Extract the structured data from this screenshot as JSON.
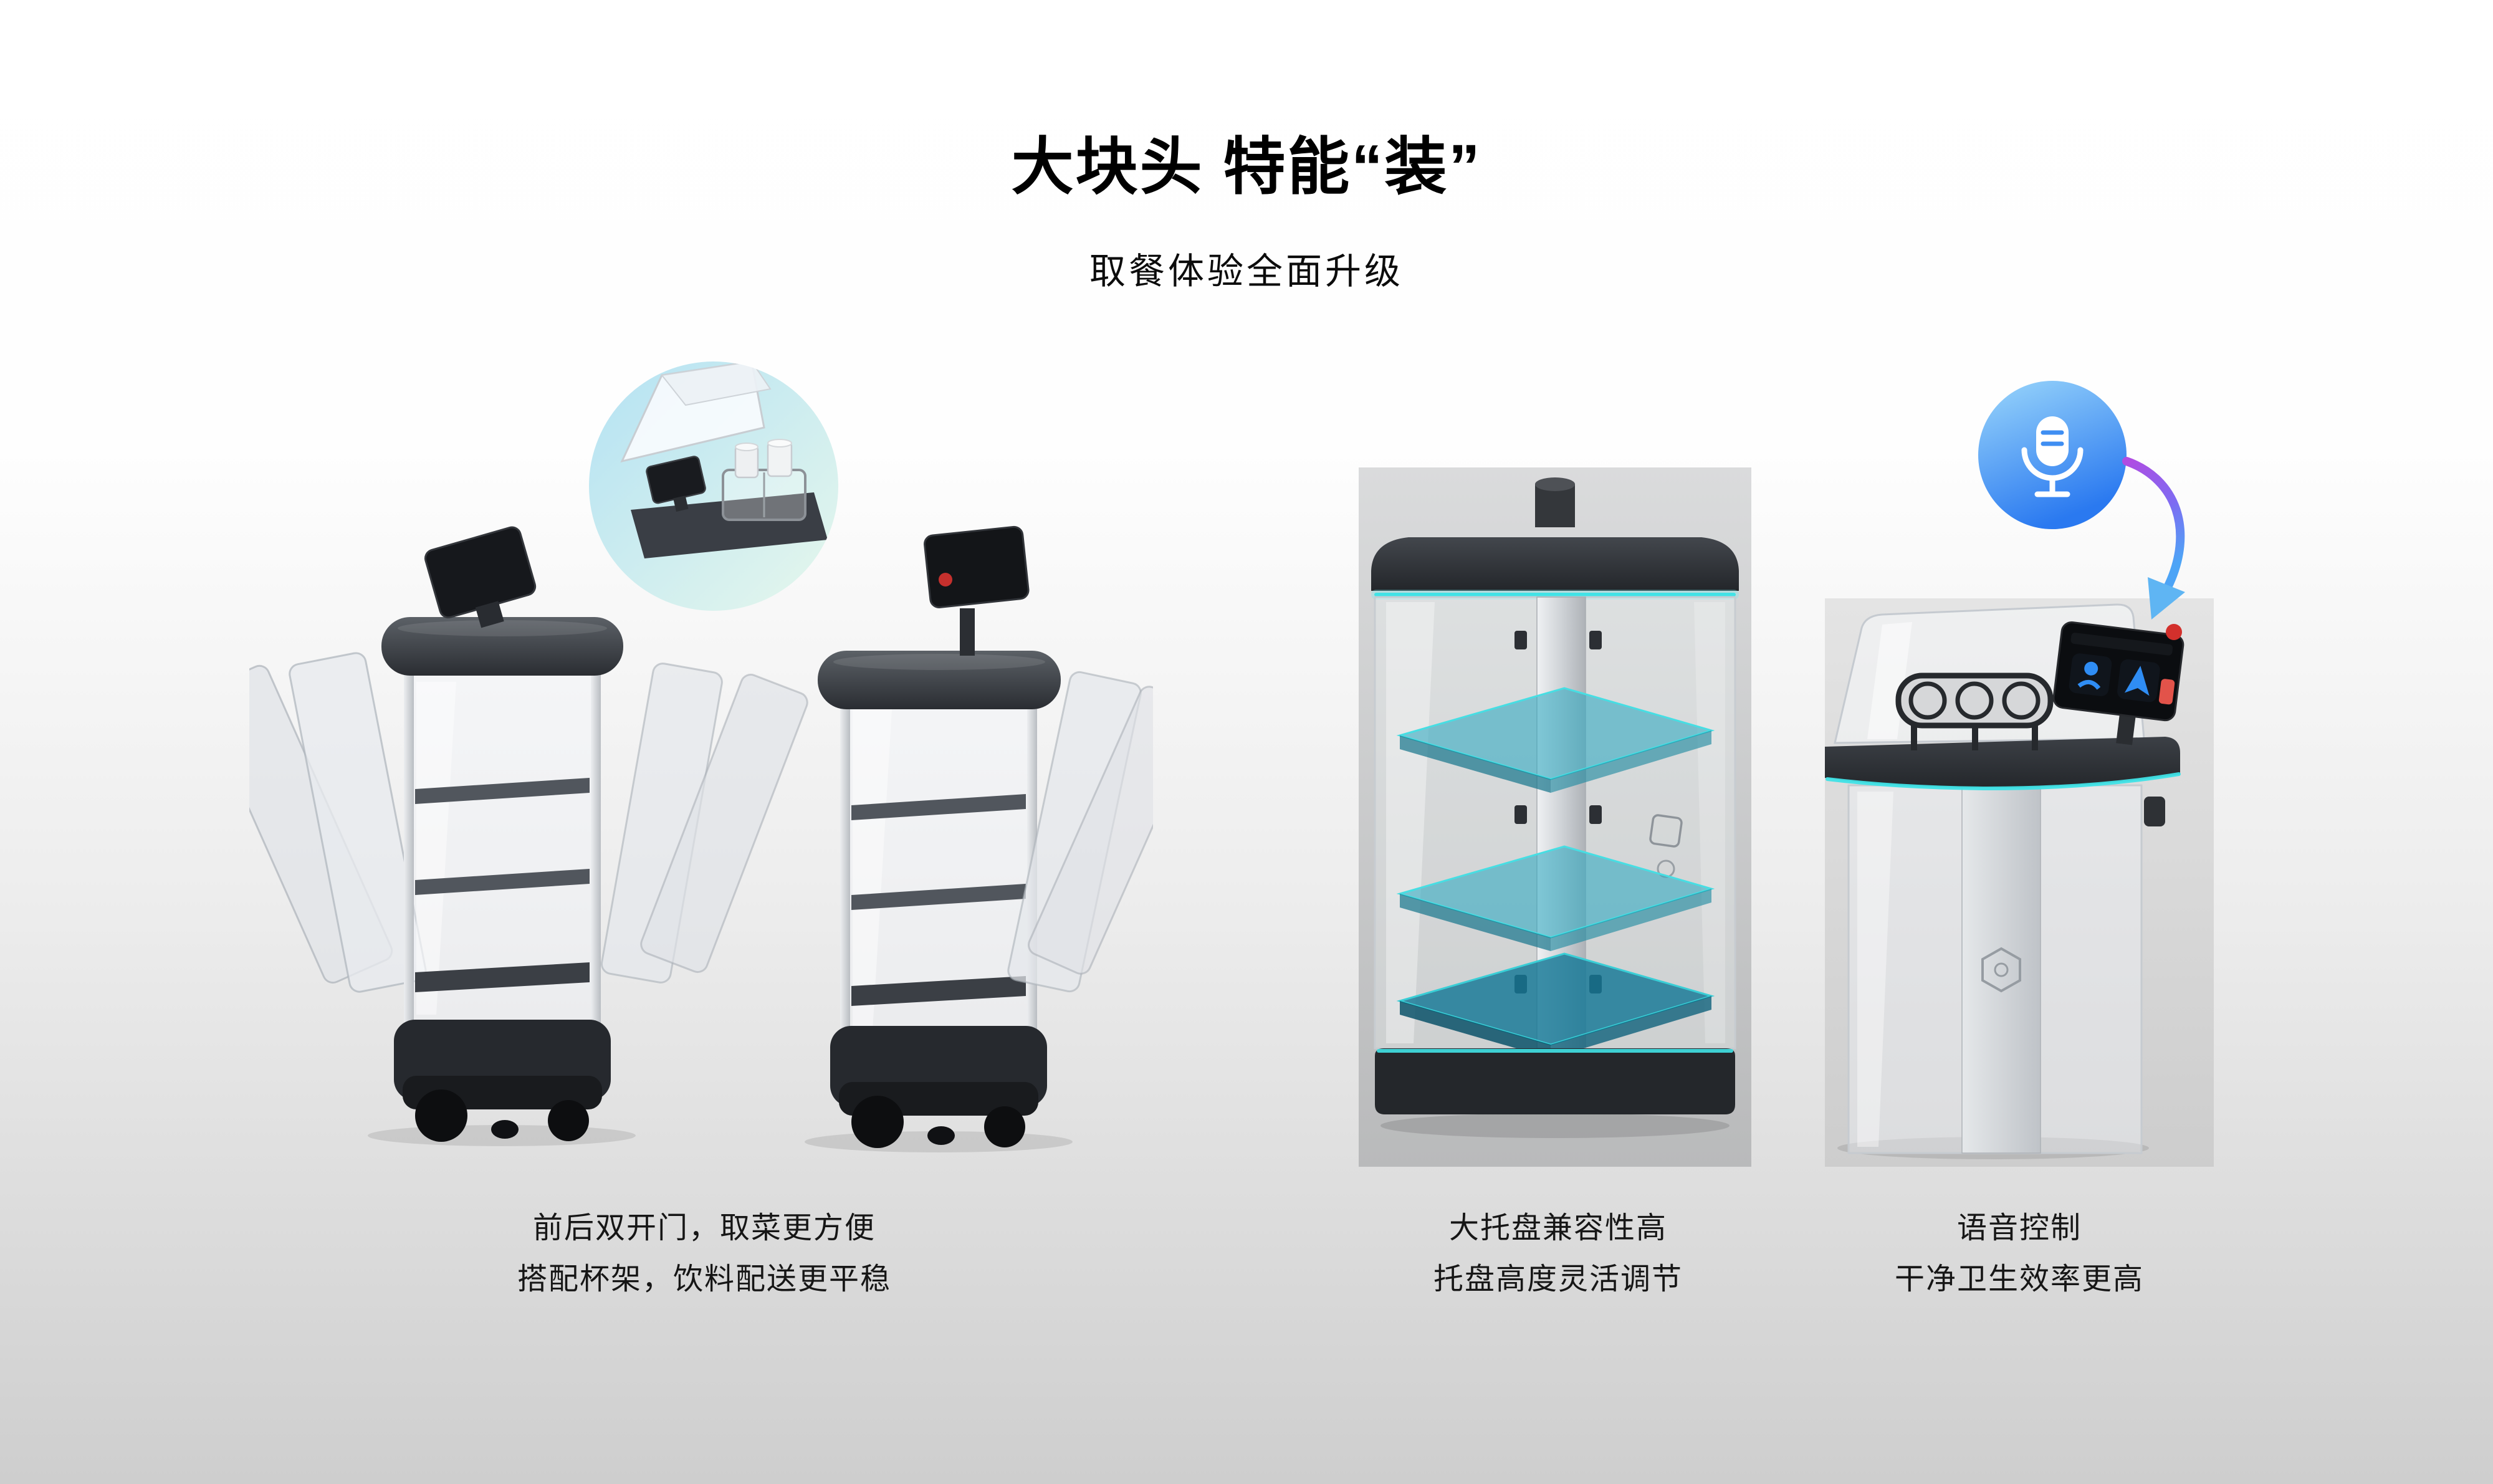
{
  "header": {
    "title": "大块头 特能“装”",
    "subtitle": "取餐体验全面升级"
  },
  "features": [
    {
      "id": "double-doors",
      "illustration": "two delivery robots with front and rear doors open, round inset showing cup holder tray",
      "caption_line1": "前后双开门，取菜更方便",
      "caption_line2": "搭配杯架，饮料配送更平稳"
    },
    {
      "id": "adjustable-trays",
      "illustration": "transparent robot cabinet with three height-adjustable teal trays highlighted",
      "caption_line1": "大托盘兼容性高",
      "caption_line2": "托盘高度灵活调节"
    },
    {
      "id": "voice-control",
      "illustration": "robot tabletop with touchscreen and cup rack, microphone icon with arrow pointing to screen",
      "caption_line1": "语音控制",
      "caption_line2": "干净卫生效率更高"
    }
  ],
  "colors": {
    "accent_cyan": "#41e3e6",
    "tray_teal": "#2fa9c1",
    "mic_blue_light": "#9bd7fb",
    "mic_blue_dark": "#2a79f0",
    "arrow_purple": "#b04ce2",
    "emergency_red": "#c5302d"
  }
}
